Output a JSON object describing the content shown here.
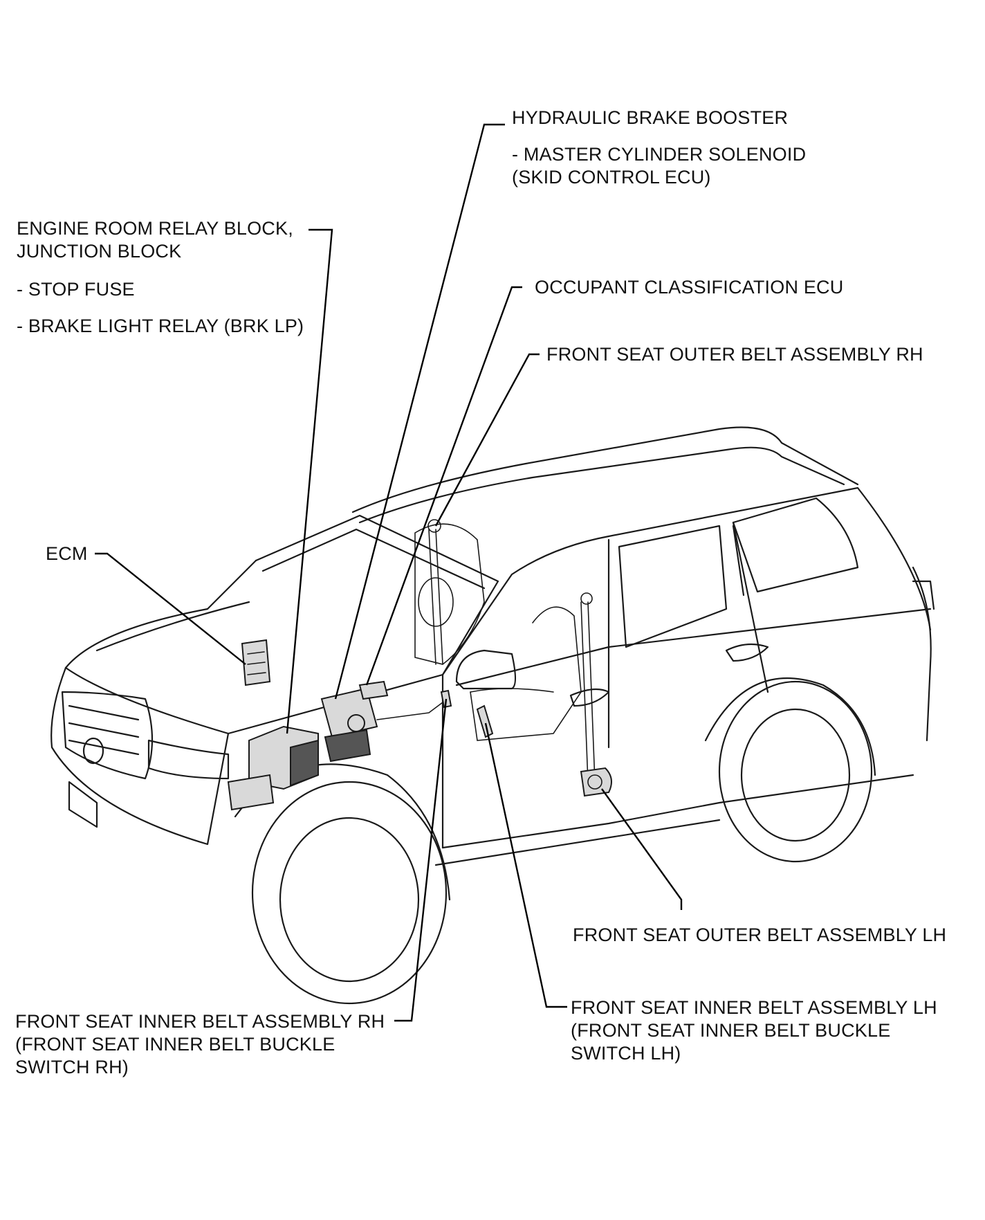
{
  "labels": {
    "hydraulic_booster": {
      "title": "HYDRAULIC BRAKE BOOSTER",
      "sub1": "- MASTER CYLINDER SOLENOID",
      "sub2": "(SKID CONTROL ECU)"
    },
    "engine_room": {
      "line1": "ENGINE ROOM RELAY BLOCK,",
      "line2": "JUNCTION BLOCK",
      "item1": "- STOP FUSE",
      "item2": "- BRAKE LIGHT RELAY (BRK LP)"
    },
    "occupant_ecu": "OCCUPANT CLASSIFICATION ECU",
    "outer_belt_rh": "FRONT SEAT OUTER BELT ASSEMBLY RH",
    "ecm": "ECM",
    "outer_belt_lh": "FRONT SEAT OUTER BELT ASSEMBLY LH",
    "inner_belt_rh": {
      "line1": "FRONT SEAT INNER BELT ASSEMBLY RH",
      "line2": "(FRONT SEAT INNER BELT BUCKLE",
      "line3": "SWITCH RH)"
    },
    "inner_belt_lh": {
      "line1": "FRONT SEAT INNER BELT ASSEMBLY LH",
      "line2": "(FRONT SEAT INNER BELT BUCKLE",
      "line3": "SWITCH LH)"
    }
  }
}
